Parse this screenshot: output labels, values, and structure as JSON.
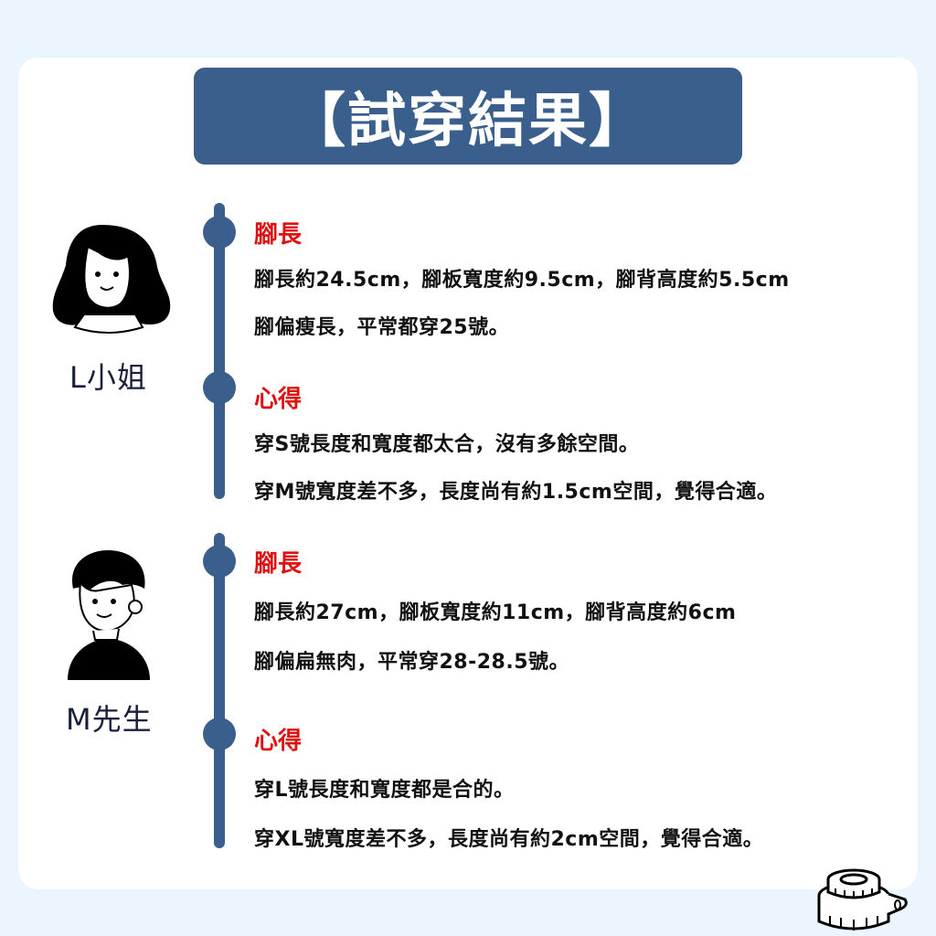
{
  "header": {
    "title": "【試穿結果】"
  },
  "people": [
    {
      "name": "L小姐",
      "avatar": "woman-avatar-icon",
      "sections": [
        {
          "title": "腳長",
          "lines": [
            "腳長約24.5cm，腳板寬度約9.5cm，腳背高度約5.5cm",
            "腳偏瘦長，平常都穿25號。"
          ]
        },
        {
          "title": "心得",
          "lines": [
            "穿S號長度和寬度都太合，沒有多餘空間。",
            "穿M號寬度差不多，長度尚有約1.5cm空間，覺得合適。"
          ]
        }
      ]
    },
    {
      "name": "M先生",
      "avatar": "man-avatar-icon",
      "sections": [
        {
          "title": "腳長",
          "lines": [
            "腳長約27cm，腳板寬度約11cm，腳背高度約6cm",
            "腳偏扁無肉，平常穿28-28.5號。"
          ]
        },
        {
          "title": "心得",
          "lines": [
            "穿L號長度和寬度都是合的。",
            "穿XL號寬度差不多，長度尚有約2cm空間，覺得合適。"
          ]
        }
      ]
    }
  ],
  "decoration": {
    "icon": "measuring-tape-icon"
  },
  "colors": {
    "background": "#EAF5FE",
    "accent": "#3B5F8C",
    "section_title": "#E01010",
    "text": "#111111"
  }
}
